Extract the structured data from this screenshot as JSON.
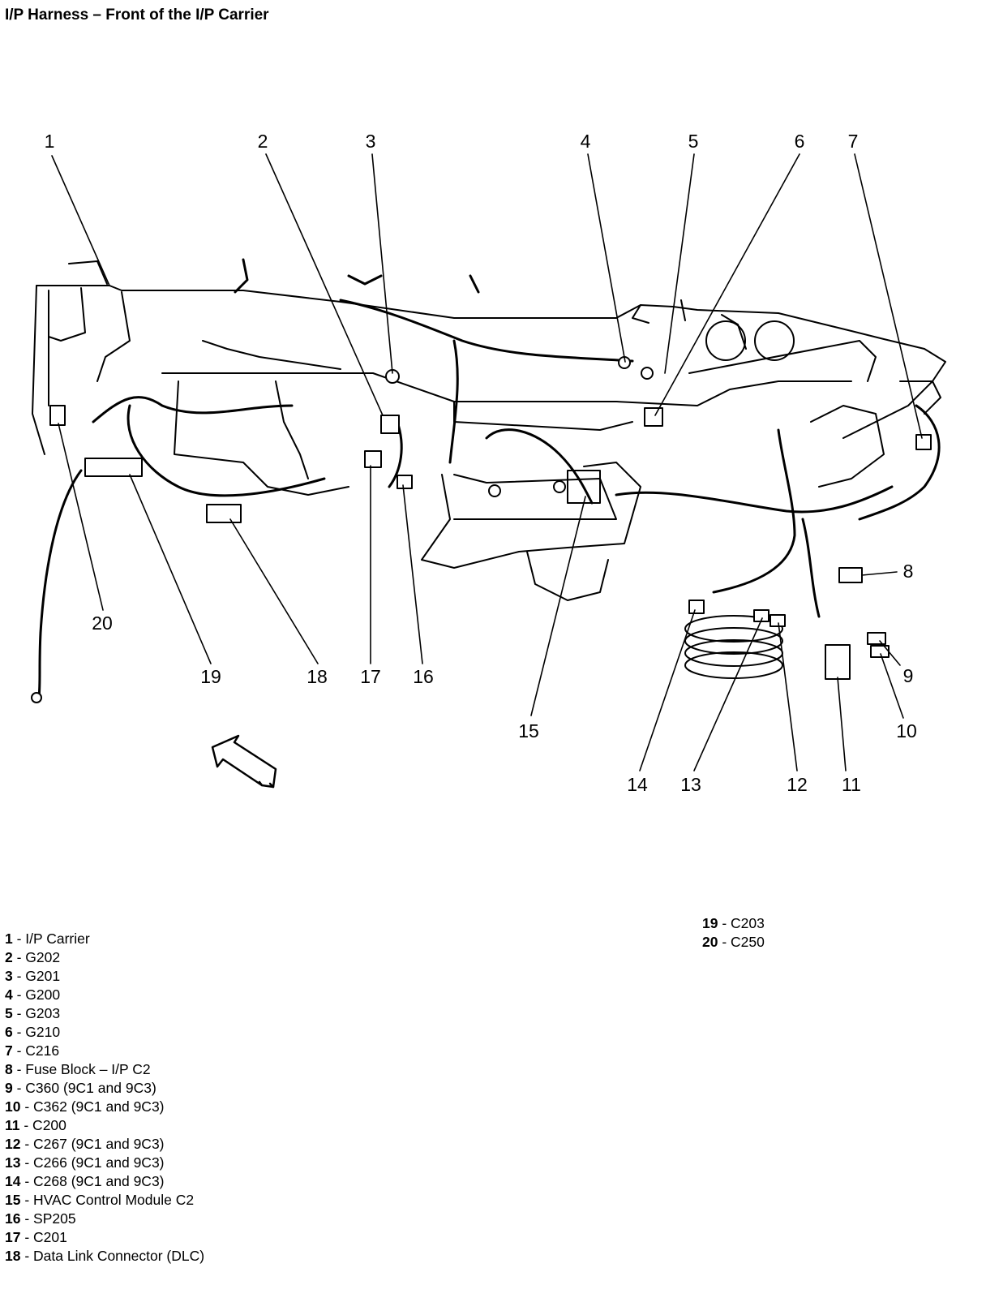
{
  "title": "I/P Harness – Front of the I/P Carrier",
  "callouts": [
    "1",
    "2",
    "3",
    "4",
    "5",
    "6",
    "7",
    "8",
    "9",
    "10",
    "11",
    "12",
    "13",
    "14",
    "15",
    "16",
    "17",
    "18",
    "19",
    "20"
  ],
  "legend_left": [
    {
      "num": "1",
      "text": " - I/P Carrier"
    },
    {
      "num": "2",
      "text": " - G202"
    },
    {
      "num": "3",
      "text": " - G201"
    },
    {
      "num": "4",
      "text": " - G200"
    },
    {
      "num": "5",
      "text": " - G203"
    },
    {
      "num": "6",
      "text": " - G210"
    },
    {
      "num": "7",
      "text": " - C216"
    },
    {
      "num": "8",
      "text": " - Fuse Block – I/P C2"
    },
    {
      "num": "9",
      "text": " - C360 (9C1 and 9C3)"
    },
    {
      "num": "10",
      "text": " - C362 (9C1 and 9C3)"
    },
    {
      "num": "11",
      "text": " - C200"
    },
    {
      "num": "12",
      "text": " - C267 (9C1 and 9C3)"
    },
    {
      "num": "13",
      "text": " - C266 (9C1 and 9C3)"
    },
    {
      "num": "14",
      "text": " - C268 (9C1 and 9C3)"
    },
    {
      "num": "15",
      "text": " - HVAC Control Module C2"
    },
    {
      "num": "16",
      "text": " - SP205"
    },
    {
      "num": "17",
      "text": " - C201"
    },
    {
      "num": "18",
      "text": " - Data Link Connector (DLC)"
    }
  ],
  "legend_right": [
    {
      "num": "19",
      "text": " - C203"
    },
    {
      "num": "20",
      "text": " - C250"
    }
  ]
}
